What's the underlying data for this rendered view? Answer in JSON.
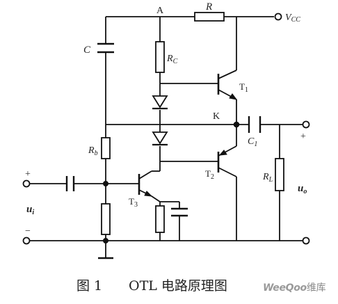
{
  "nodes": {
    "a": "A",
    "k": "K"
  },
  "components": {
    "r": "R",
    "vcc": "V",
    "vcc_sub": "CC",
    "c": "C",
    "rc": "R",
    "rc_sub": "C",
    "t1": "T",
    "t1_sub": "1",
    "c1": "C",
    "c1_sub": "1",
    "rb": "R",
    "rb_sub": "b",
    "t2": "T",
    "t2_sub": "2",
    "rl": "R",
    "rl_sub": "L",
    "t3": "T",
    "t3_sub": "3"
  },
  "terminals": {
    "in_plus": "+",
    "in_minus": "−",
    "ui": "u",
    "ui_sub": "i",
    "out_plus": "+",
    "uo": "u",
    "uo_sub": "o"
  },
  "caption": {
    "figure_number": "图 1",
    "title": "OTL 电路原理图"
  },
  "watermark": {
    "brand": "WeeQoo",
    "suffix": "维库"
  }
}
